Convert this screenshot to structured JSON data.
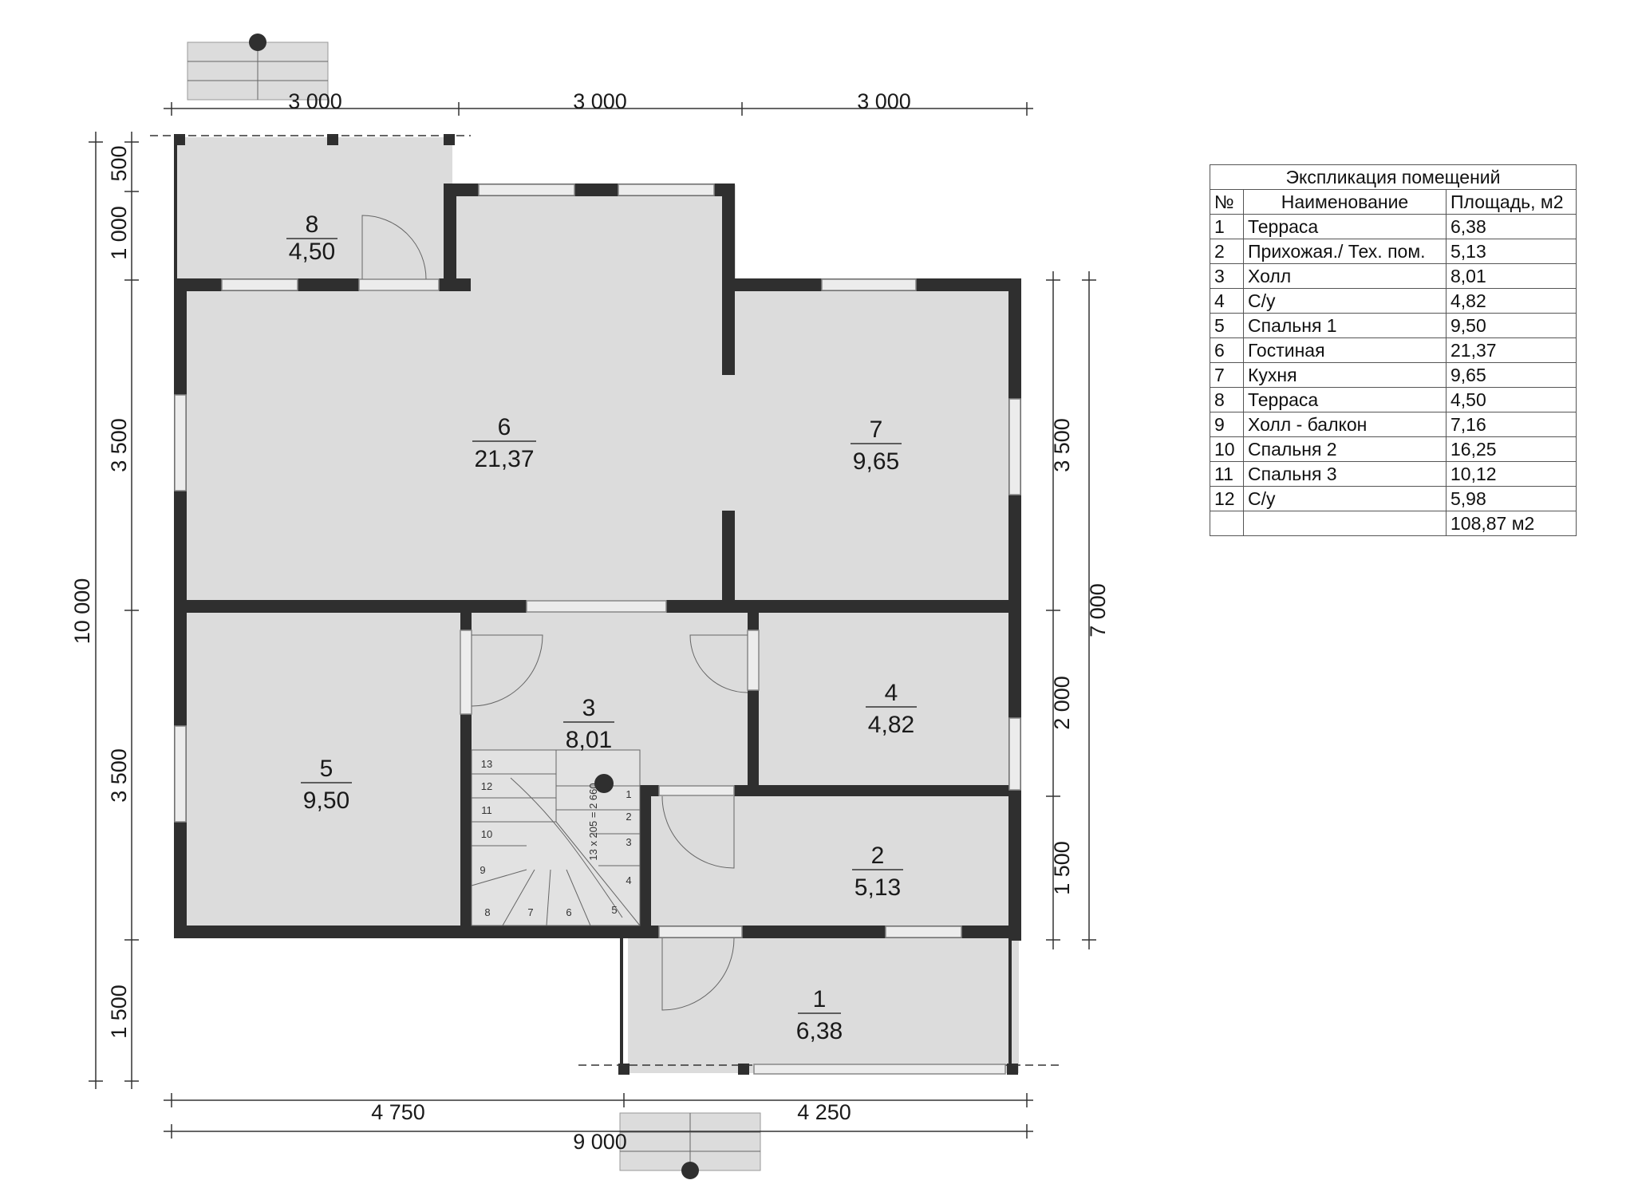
{
  "plan": {
    "dimensions_top": [
      "3 000",
      "3 000",
      "3 000"
    ],
    "dimensions_bottom": [
      "4 750",
      "4 250"
    ],
    "dimension_overall_bottom": "9 000",
    "dimensions_left": [
      "500",
      "1 000",
      "3 500",
      "3 500",
      "1 500"
    ],
    "dimension_overall_left": "10 000",
    "dimensions_right": [
      "3 500",
      "2 000",
      "1 500"
    ],
    "dimension_overall_right": "7 000",
    "rooms": [
      {
        "num": "1",
        "area": "6,38"
      },
      {
        "num": "2",
        "area": "5,13"
      },
      {
        "num": "3",
        "area": "8,01"
      },
      {
        "num": "4",
        "area": "4,82"
      },
      {
        "num": "5",
        "area": "9,50"
      },
      {
        "num": "6",
        "area": "21,37"
      },
      {
        "num": "7",
        "area": "9,65"
      },
      {
        "num": "8",
        "area": "4,50"
      }
    ],
    "stair_steps": [
      "1",
      "2",
      "3",
      "4",
      "5",
      "6",
      "7",
      "8",
      "9",
      "10",
      "11",
      "12",
      "13"
    ],
    "stair_label": "13 x 205 = 2 660"
  },
  "explication": {
    "title": "Экспликация помещений",
    "headers": {
      "num": "№",
      "name": "Наименование",
      "area": "Площадь, м2"
    },
    "rows": [
      {
        "num": "1",
        "name": "Терраса",
        "area": "6,38"
      },
      {
        "num": "2",
        "name": "Прихожая./ Тех. пом.",
        "area": "5,13"
      },
      {
        "num": "3",
        "name": "Холл",
        "area": "8,01"
      },
      {
        "num": "4",
        "name": "С/у",
        "area": "4,82"
      },
      {
        "num": "5",
        "name": "Спальня 1",
        "area": "9,50"
      },
      {
        "num": "6",
        "name": "Гостиная",
        "area": "21,37"
      },
      {
        "num": "7",
        "name": "Кухня",
        "area": "9,65"
      },
      {
        "num": "8",
        "name": "Терраса",
        "area": "4,50"
      },
      {
        "num": "9",
        "name": "Холл - балкон",
        "area": "7,16"
      },
      {
        "num": "10",
        "name": "Спальня 2",
        "area": "16,25"
      },
      {
        "num": "11",
        "name": "Спальня 3",
        "area": "10,12"
      },
      {
        "num": "12",
        "name": "С/у",
        "area": "5,98"
      }
    ],
    "total": "108,87 м2"
  }
}
